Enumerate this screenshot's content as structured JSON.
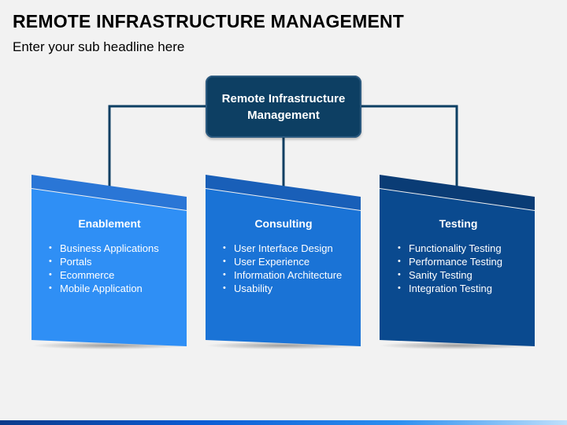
{
  "header": {
    "title": "REMOTE INFRASTRUCTURE MANAGEMENT",
    "subtitle": "Enter your sub headline here"
  },
  "root": {
    "label": "Remote Infrastructure Management"
  },
  "cards": [
    {
      "title": "Enablement",
      "color": "#2f8ff5",
      "stripe": "#2a76d6",
      "items": [
        "Business Applications",
        "Portals",
        "Ecommerce",
        "Mobile Application"
      ]
    },
    {
      "title": "Consulting",
      "color": "#1a73d6",
      "stripe": "#195fb8",
      "items": [
        "User Interface Design",
        "User Experience",
        "Information Architecture",
        "Usability"
      ]
    },
    {
      "title": "Testing",
      "color": "#0a4a8f",
      "stripe": "#0a3c75",
      "items": [
        "Functionality Testing",
        "Performance Testing",
        "Sanity Testing",
        "Integration Testing"
      ]
    }
  ],
  "colors": {
    "connector": "#0d3f63",
    "root_fill": "#0d3f63"
  }
}
